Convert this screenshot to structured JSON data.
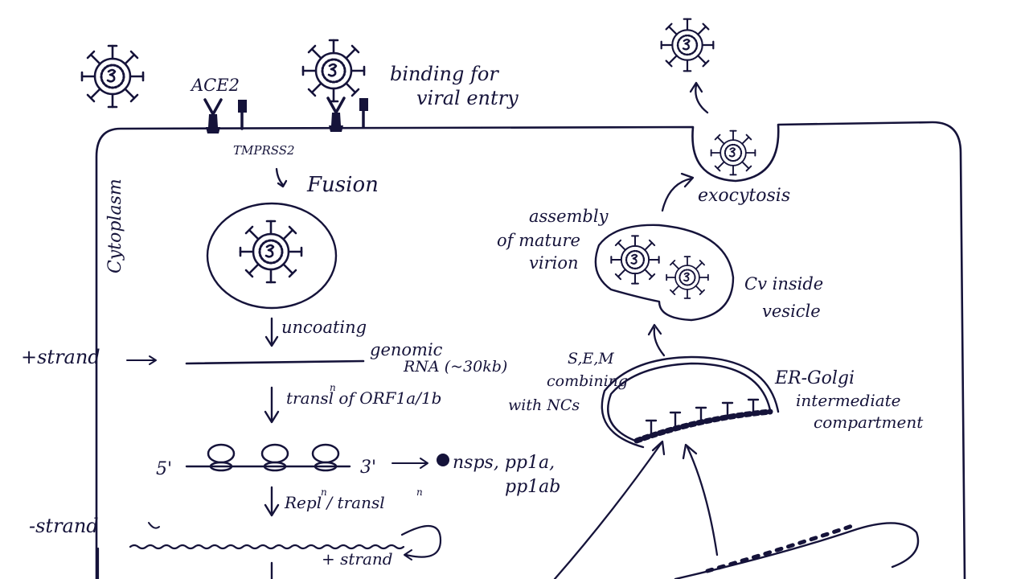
{
  "labels": {
    "ace2": "ACE2",
    "tmprss2": "TMPRSS2",
    "binding_line1": "binding for",
    "binding_line2": "viral entry",
    "fusion": "Fusion",
    "cytoplasm": "Cytoplasm",
    "uncoating": "uncoating",
    "genomic_rna_line1": "genomic",
    "genomic_rna_line2": "RNA (~30kb)",
    "plus_strand": "+strand",
    "translation": "transl of ORF1a/1b",
    "translation_sup": "n",
    "five_prime": "5'",
    "three_prime": "3'",
    "nsps_line1": "nsps, pp1a,",
    "nsps_line2": "pp1ab",
    "replication": "Repl / transl",
    "replication_sup1": "n",
    "replication_sup2": "n",
    "minus_strand": "-strand",
    "plus_strand_bottom": "+ strand",
    "combining_line1": "S,E,M",
    "combining_line2": "combining",
    "combining_line3": "with NCs",
    "ergic_line1": "ER-Golgi",
    "ergic_line2": "intermediate",
    "ergic_line3": "compartment",
    "assembly_line1": "assembly",
    "assembly_line2": "of mature",
    "assembly_line3": "virion",
    "cv_line1": "Cv inside",
    "cv_line2": "vesicle",
    "exocytosis": "exocytosis"
  },
  "icons": [
    "virus-icon",
    "ace2-receptor-icon",
    "tmprss2-protease-icon",
    "ribosome-icon",
    "arrow-icon"
  ],
  "colors": {
    "ink": "#15133a",
    "background": "#ffffff"
  }
}
